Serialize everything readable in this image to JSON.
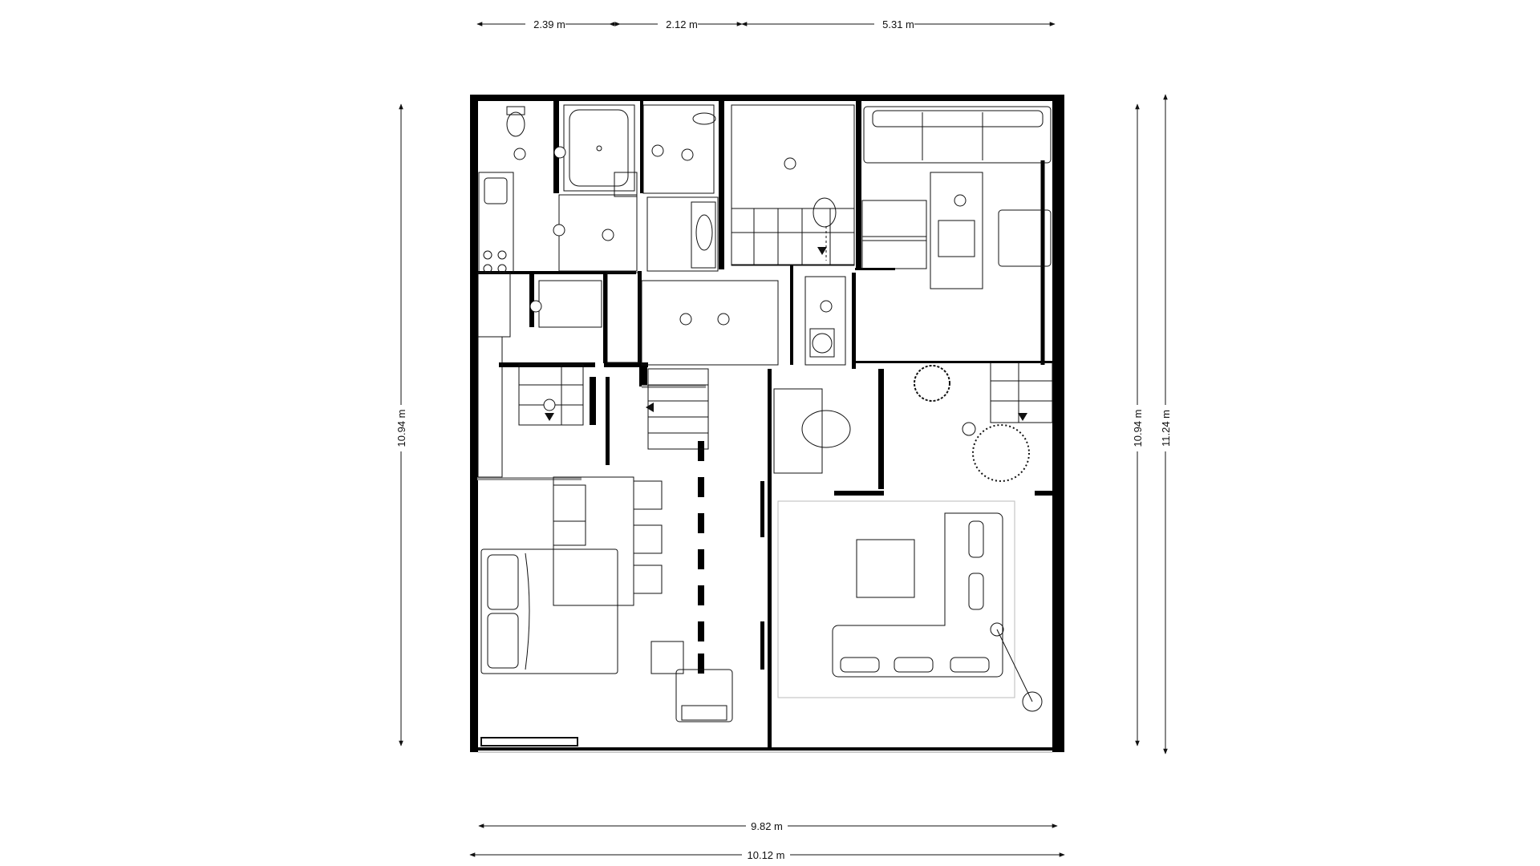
{
  "plan": {
    "dimensions": {
      "top": [
        "2.39 m",
        "2.12 m",
        "5.31 m"
      ],
      "bottom_inner": "9.82 m",
      "bottom_outer": "10.12 m",
      "left": "10.94 m",
      "right_inner": "10.94 m",
      "right_outer": "11.24 m"
    }
  }
}
